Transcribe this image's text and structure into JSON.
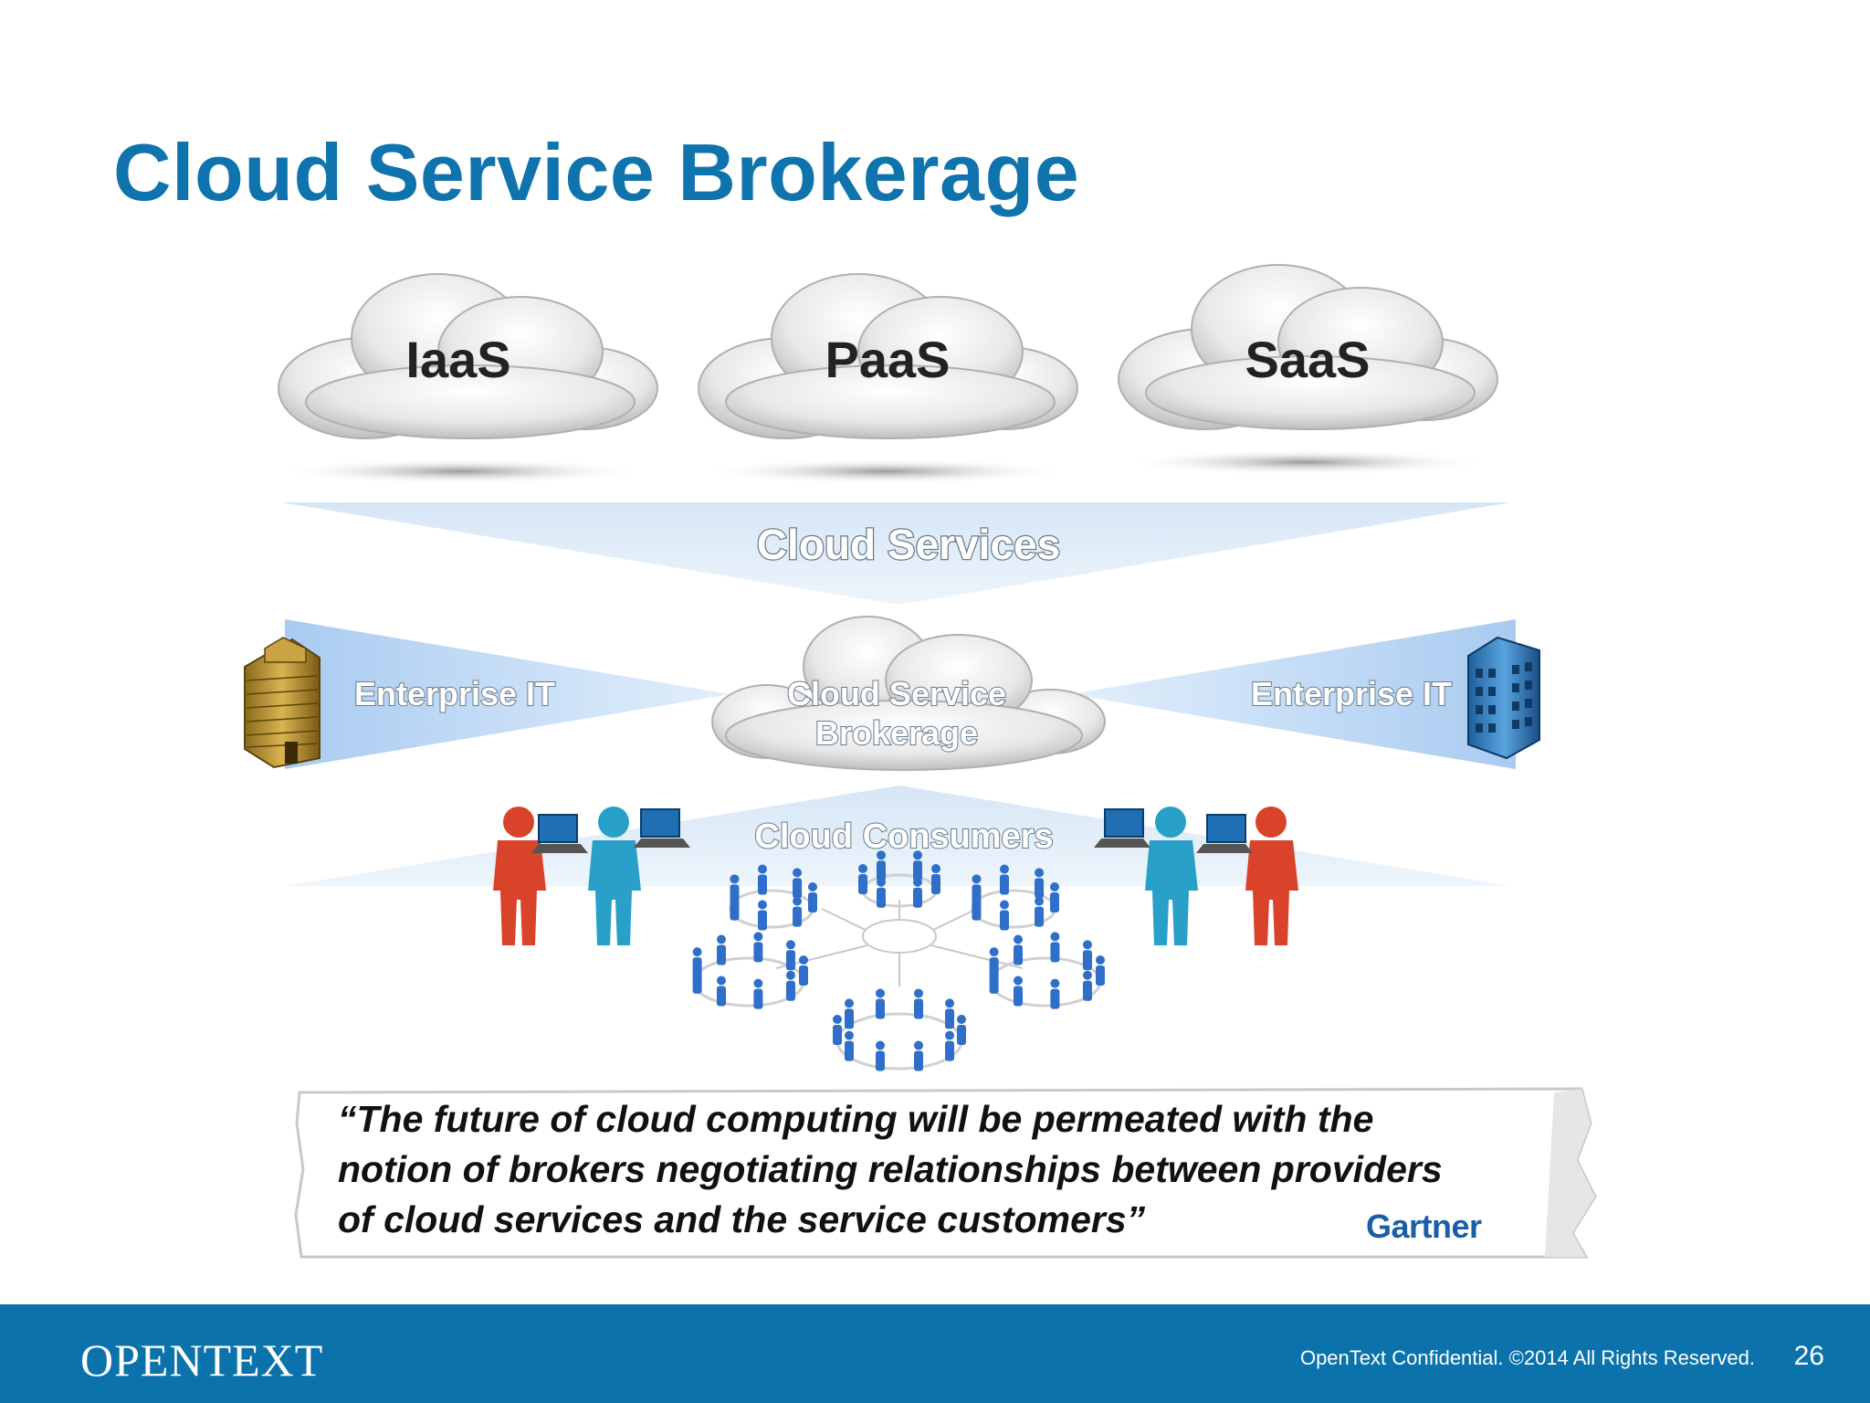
{
  "slide": {
    "title": "Cloud Service Brokerage",
    "page_number": "26"
  },
  "diagram": {
    "top_clouds": [
      "IaaS",
      "PaaS",
      "SaaS"
    ],
    "cloud_services_label": "Cloud Services",
    "broker_label_line1": "Cloud Service",
    "broker_label_line2": "Brokerage",
    "enterprise_left": "Enterprise IT",
    "enterprise_right": "Enterprise IT",
    "consumers_label": "Cloud Consumers"
  },
  "quote": {
    "line1": "“The future of cloud computing will be permeated with the",
    "line2": "notion of brokers negotiating relationships between providers",
    "line3": "of cloud services and the service customers”",
    "source": "Gartner"
  },
  "footer": {
    "logo_text": "OPENTEXT",
    "confidential": "OpenText Confidential. ©2014 All Rights Reserved."
  },
  "colors": {
    "title_blue": "#0f73ad",
    "footer_blue": "#0b72ab",
    "person_red": "#d8432a",
    "person_teal": "#28a0c8",
    "crowd_blue": "#2f6ec9"
  }
}
